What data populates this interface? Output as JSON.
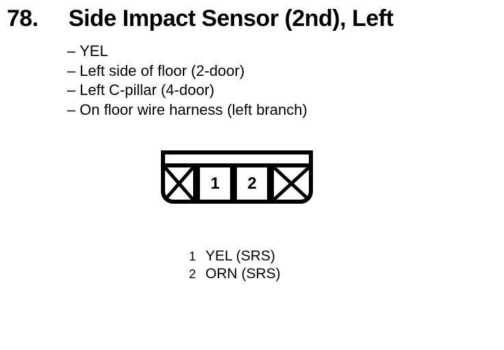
{
  "header": {
    "item_number": "78.",
    "title": "Side Impact Sensor (2nd), Left"
  },
  "details": {
    "marker": "–",
    "items": [
      "YEL",
      "Left side of floor (2-door)",
      "Left C-pillar (4-door)",
      "On floor wire harness (left branch)"
    ]
  },
  "connector": {
    "cavities": [
      {
        "type": "blocked",
        "label": ""
      },
      {
        "type": "pin",
        "label": "1"
      },
      {
        "type": "pin",
        "label": "2"
      },
      {
        "type": "blocked",
        "label": ""
      }
    ]
  },
  "legend": [
    {
      "pin": "1",
      "wire": "YEL (SRS)"
    },
    {
      "pin": "2",
      "wire": "ORN (SRS)"
    }
  ],
  "colors": {
    "ink": "#000000",
    "paper": "#ffffff"
  }
}
